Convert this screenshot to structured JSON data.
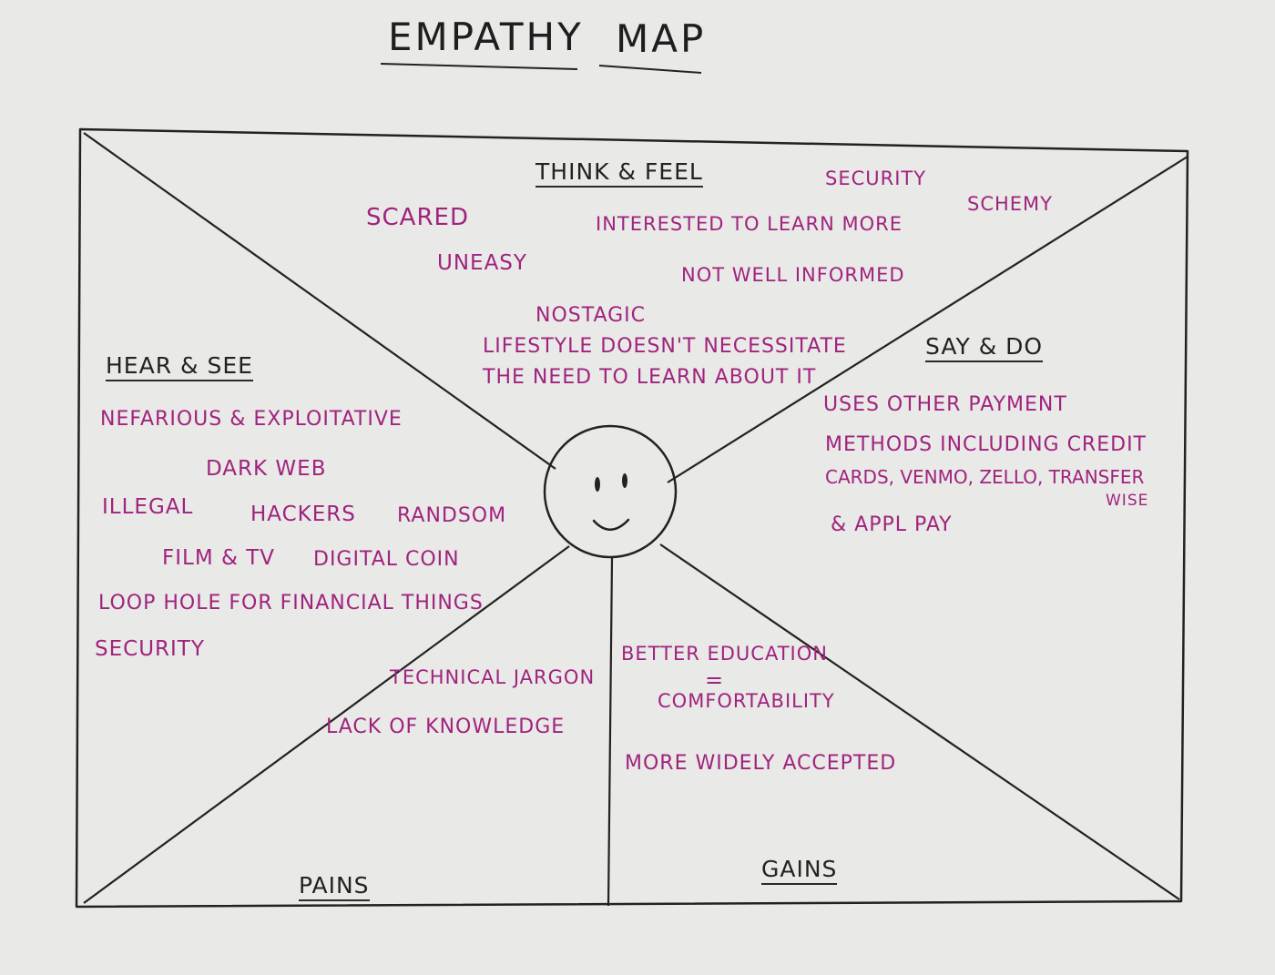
{
  "title": [
    "EMPATHY",
    "MAP"
  ],
  "headings": {
    "think_feel": "THINK & FEEL",
    "hear_see": "HEAR & SEE",
    "say_do": "SAY & DO",
    "pains": "PAINS",
    "gains": "GAINS"
  },
  "think_feel_notes": [
    "SCARED",
    "UNEASY",
    "INTERESTED TO LEARN MORE",
    "SECURITY",
    "SCHEMY",
    "NOT WELL INFORMED",
    "NOSTAGIC",
    "LIFESTYLE DOESN'T NECESSITATE",
    "THE NEED TO LEARN ABOUT IT"
  ],
  "hear_see_notes": [
    "NEFARIOUS & EXPLOITATIVE",
    "DARK WEB",
    "ILLEGAL",
    "HACKERS",
    "RANDSOM",
    "FILM & TV",
    "DIGITAL COIN",
    "LOOP HOLE FOR FINANCIAL THINGS",
    "SECURITY"
  ],
  "say_do_notes": [
    "USES OTHER PAYMENT",
    "METHODS INCLUDING CREDIT",
    "CARDS, VENMO, ZELLO, TRANSFER",
    "WISE",
    "& APPL PAY"
  ],
  "pains_notes": [
    "TECHNICAL JARGON",
    "LACK OF KNOWLEDGE"
  ],
  "gains_notes": [
    "BETTER EDUCATION",
    "=",
    "COMFORTABILITY",
    "MORE WIDELY ACCEPTED"
  ],
  "colors": {
    "paper": "#e9e9e7",
    "ink": "#222222",
    "marker": "#a0237e"
  }
}
